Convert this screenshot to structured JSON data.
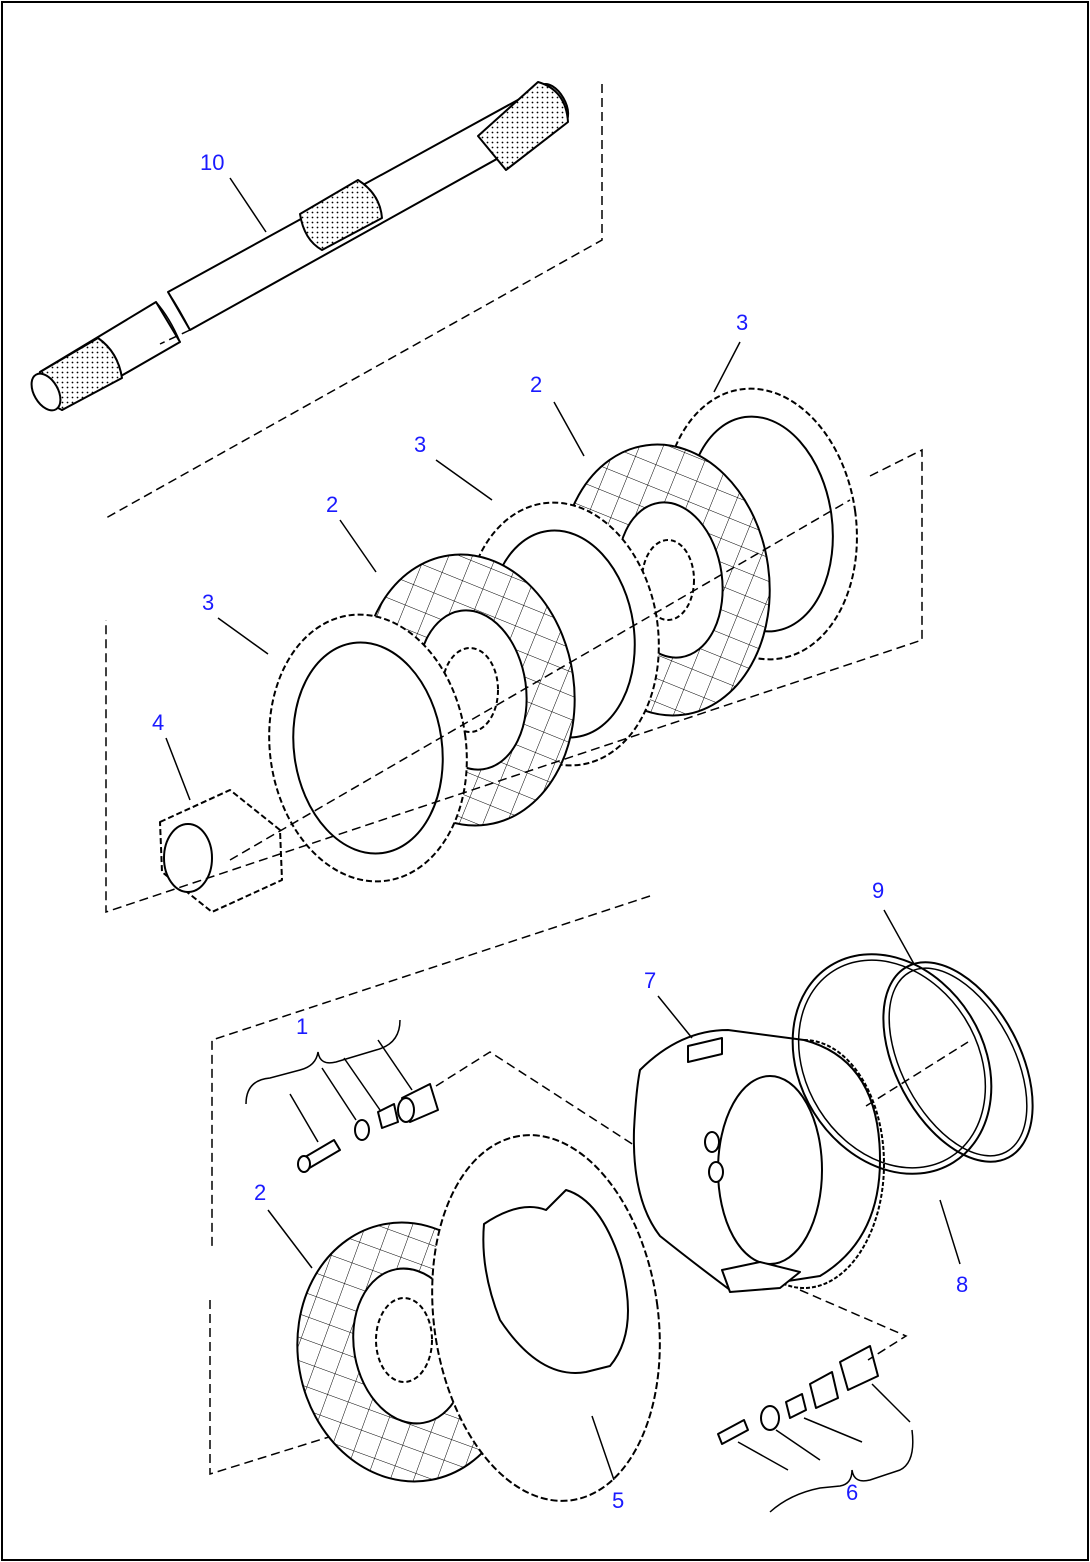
{
  "diagram": {
    "kind": "exploded-parts-view",
    "callouts": [
      {
        "id": "c10",
        "label": "10"
      },
      {
        "id": "c3a",
        "label": "3"
      },
      {
        "id": "c2a",
        "label": "2"
      },
      {
        "id": "c3b",
        "label": "3"
      },
      {
        "id": "c2b",
        "label": "2"
      },
      {
        "id": "c3c",
        "label": "3"
      },
      {
        "id": "c4",
        "label": "4"
      },
      {
        "id": "c9",
        "label": "9"
      },
      {
        "id": "c7",
        "label": "7"
      },
      {
        "id": "c1",
        "label": "1"
      },
      {
        "id": "c2c",
        "label": "2"
      },
      {
        "id": "c8",
        "label": "8"
      },
      {
        "id": "c5",
        "label": "5"
      },
      {
        "id": "c6",
        "label": "6"
      }
    ],
    "colors": {
      "line": "#000000",
      "callout": "#1a1aff",
      "background": "#ffffff"
    }
  }
}
